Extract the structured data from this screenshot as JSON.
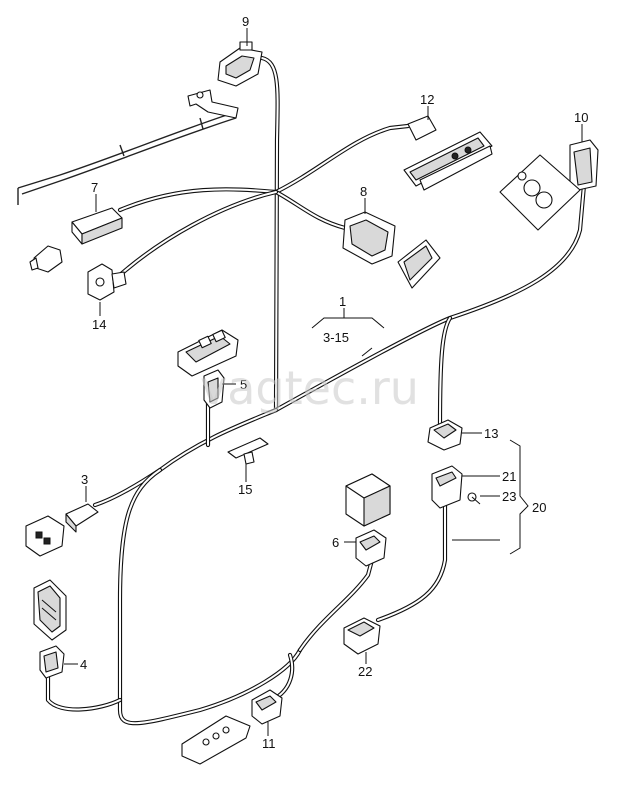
{
  "watermark": "vagtec.ru",
  "callouts": {
    "c1": "1",
    "c1_range": "3-15",
    "c3": "3",
    "c4": "4",
    "c5": "5",
    "c6": "6",
    "c7": "7",
    "c8": "8",
    "c9": "9",
    "c10": "10",
    "c11": "11",
    "c12": "12",
    "c13": "13",
    "c14": "14",
    "c15": "15",
    "c20": "20",
    "c21": "21",
    "c22": "22",
    "c23": "23"
  }
}
